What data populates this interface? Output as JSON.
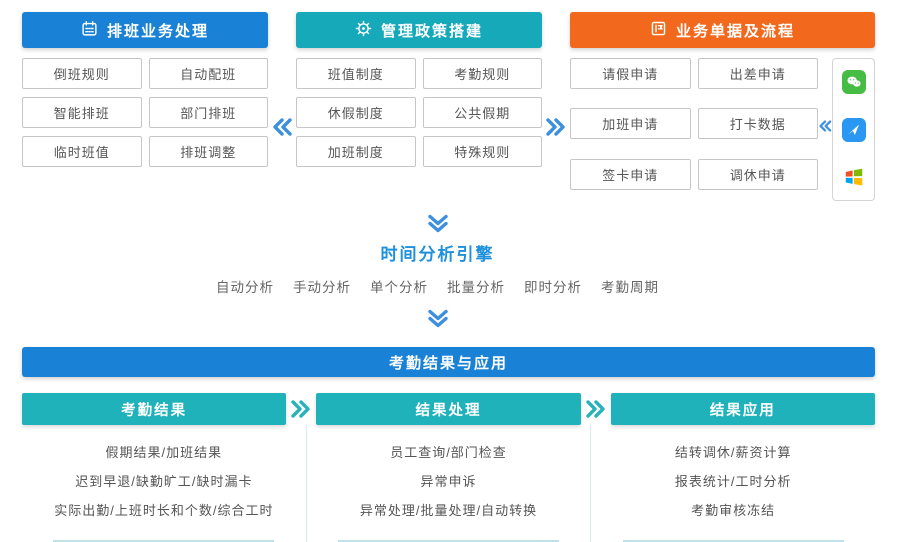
{
  "colors": {
    "header_blue": "#1a82d6",
    "header_teal": "#16a9b9",
    "header_orange": "#f2691d",
    "sub_header_teal": "#20b2ba",
    "chevron_blue": "#3d8fe0",
    "chevron_teal": "#28b2ba",
    "engine_title_blue": "#1e90dc",
    "box_border": "#c6c6c6",
    "body_text": "#555555"
  },
  "top_columns": [
    {
      "title": "排班业务处理",
      "icon": "calendar-icon",
      "items": [
        "倒班规则",
        "自动配班",
        "智能排班",
        "部门排班",
        "临时班值",
        "排班调整"
      ]
    },
    {
      "title": "管理政策搭建",
      "icon": "gear-icon",
      "items": [
        "班值制度",
        "考勤规则",
        "休假制度",
        "公共假期",
        "加班制度",
        "特殊规则"
      ]
    },
    {
      "title": "业务单据及流程",
      "icon": "form-icon",
      "items": [
        "请假申请",
        "出差申请",
        "加班申请",
        "打卡数据",
        "签卡申请",
        "调休申请"
      ]
    }
  ],
  "app_panel": {
    "icons": [
      "wechat-icon",
      "send-icon",
      "windows-icon"
    ]
  },
  "engine": {
    "title": "时间分析引擎",
    "modes": [
      "自动分析",
      "手动分析",
      "单个分析",
      "批量分析",
      "即时分析",
      "考勤周期"
    ]
  },
  "result_bar": {
    "title": "考勤结果与应用"
  },
  "bottom_columns": [
    {
      "title": "考勤结果",
      "rows": [
        "假期结果/加班结果",
        "迟到早退/缺勤旷工/缺时漏卡",
        "实际出勤/上班时长和个数/综合工时"
      ]
    },
    {
      "title": "结果处理",
      "rows": [
        "员工查询/部门检查",
        "异常申诉",
        "异常处理/批量处理/自动转换"
      ]
    },
    {
      "title": "结果应用",
      "rows": [
        "结转调休/薪资计算",
        "报表统计/工时分析",
        "考勤审核冻结"
      ]
    }
  ]
}
